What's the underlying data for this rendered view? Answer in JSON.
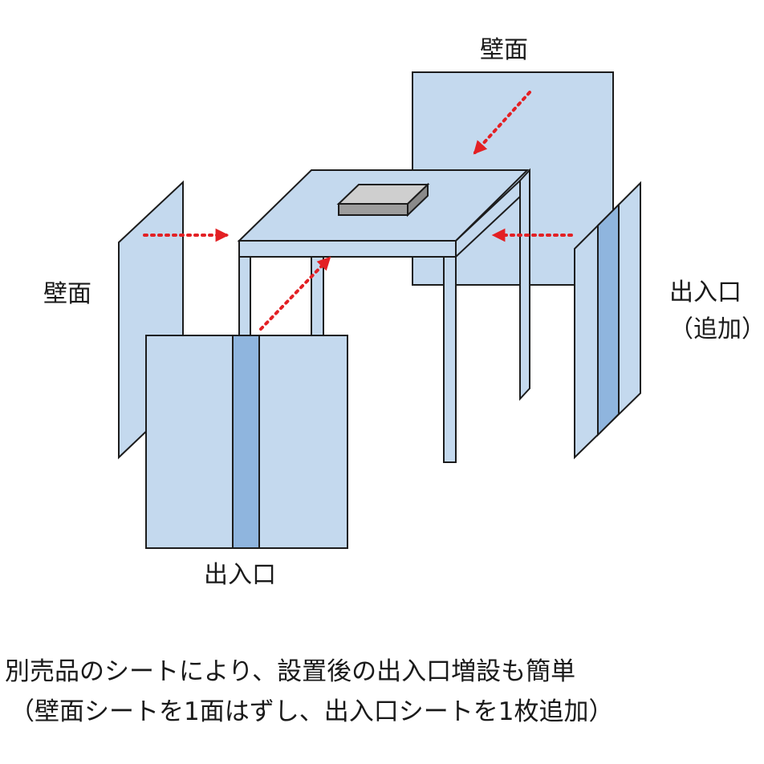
{
  "labels": {
    "back_wall": "壁面",
    "left_wall": "壁面",
    "right_entrance": "出入口",
    "right_entrance_note": "（追加）",
    "front_entrance": "出入口"
  },
  "caption": {
    "line1": "別売品のシートにより、設置後の出入口増設も簡単",
    "line2": "（壁面シートを1面はずし、出入口シートを1枚追加）"
  },
  "colors": {
    "panel_fill": "#c4d9ee",
    "panel_stripe": "#8fb5de",
    "outline": "#1c1c1c",
    "arrow": "#e32024",
    "box_top": "#cfcfcf",
    "box_side": "#9d9d9d"
  }
}
